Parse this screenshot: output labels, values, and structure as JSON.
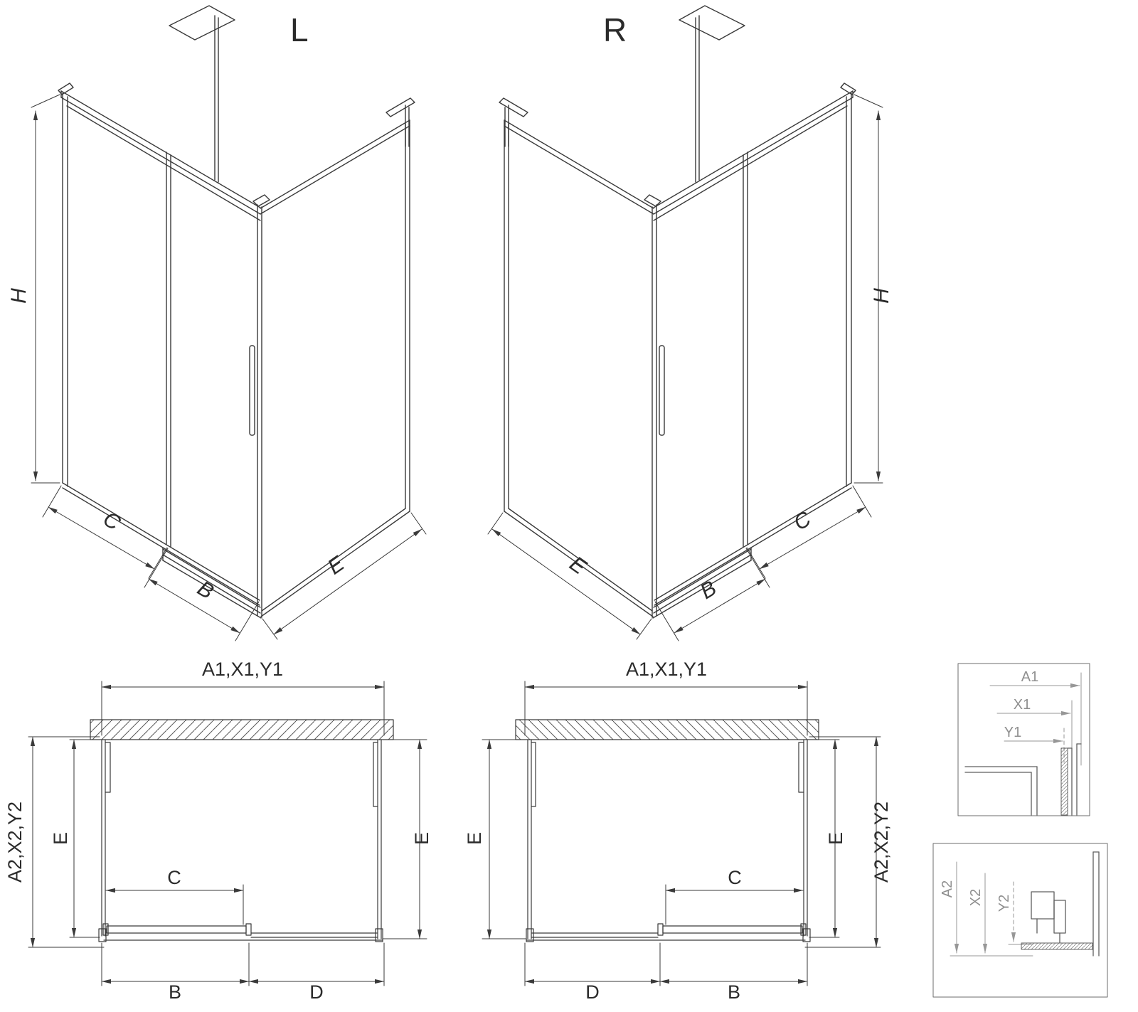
{
  "title_left": "L",
  "title_right": "R",
  "iso": {
    "h": "H",
    "c": "C",
    "b": "B",
    "e": "E"
  },
  "plan": {
    "top_dim": "A1,X1,Y1",
    "side_dim": "A2,X2,Y2",
    "e": "E",
    "c": "C",
    "b": "B",
    "d": "D"
  },
  "details": {
    "a1": "A1",
    "x1": "X1",
    "y1": "Y1",
    "a2": "A2",
    "x2": "X2",
    "y2": "Y2"
  },
  "colors": {
    "line": "#3a3a3a",
    "detail_line": "#6e6e6e",
    "dim_detail": "#979797",
    "background": "#ffffff"
  }
}
